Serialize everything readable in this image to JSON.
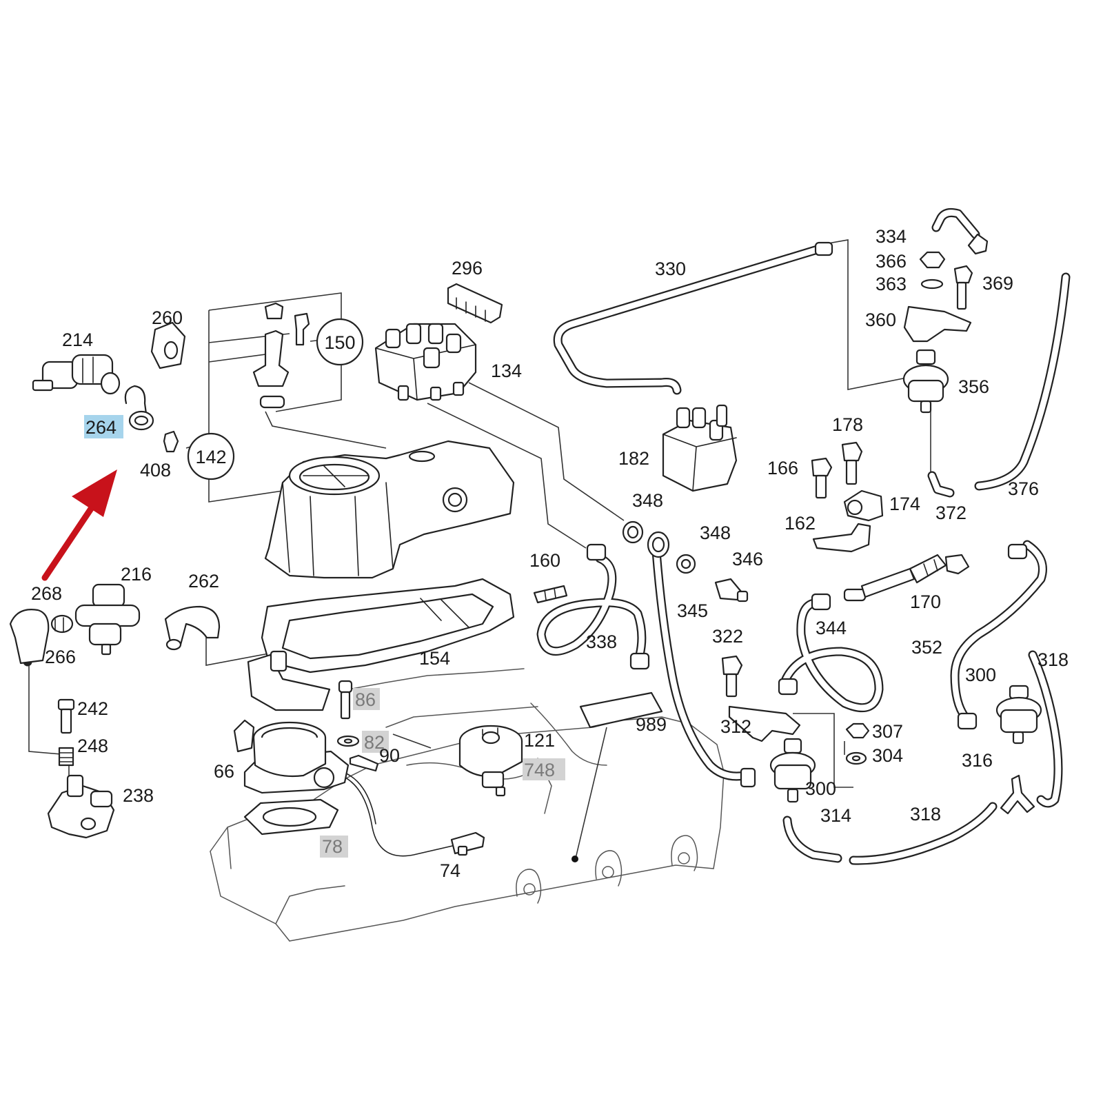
{
  "diagram": {
    "highlight_color": "#a6d4ec",
    "ghost_color": "#d3d3d3",
    "arrow_color": "#c8121b",
    "labels": {
      "p214": "214",
      "p260": "260",
      "p264": "264",
      "p408": "408",
      "p142": "142",
      "p150": "150",
      "p296": "296",
      "p134": "134",
      "p330": "330",
      "p334": "334",
      "p366": "366",
      "p363": "363",
      "p369": "369",
      "p360": "360",
      "p356": "356",
      "p182": "182",
      "p178": "178",
      "p166": "166",
      "p174": "174",
      "p372": "372",
      "p376": "376",
      "p348a": "348",
      "p348b": "348",
      "p346": "346",
      "p162": "162",
      "p160": "160",
      "p268": "268",
      "p216": "216",
      "p262": "262",
      "p266": "266",
      "p170": "170",
      "p345": "345",
      "p344": "344",
      "p338": "338",
      "p154": "154",
      "p322": "322",
      "p352": "352",
      "p318a": "318",
      "p300a": "300",
      "p86": "86",
      "p242": "242",
      "p248": "248",
      "p82": "82",
      "p121": "121",
      "p989": "989",
      "p312": "312",
      "p307": "307",
      "p304": "304",
      "p90": "90",
      "p748": "748",
      "p66": "66",
      "p238": "238",
      "p316": "316",
      "p300b": "300",
      "p314": "314",
      "p318b": "318",
      "p78": "78",
      "p74": "74"
    }
  }
}
